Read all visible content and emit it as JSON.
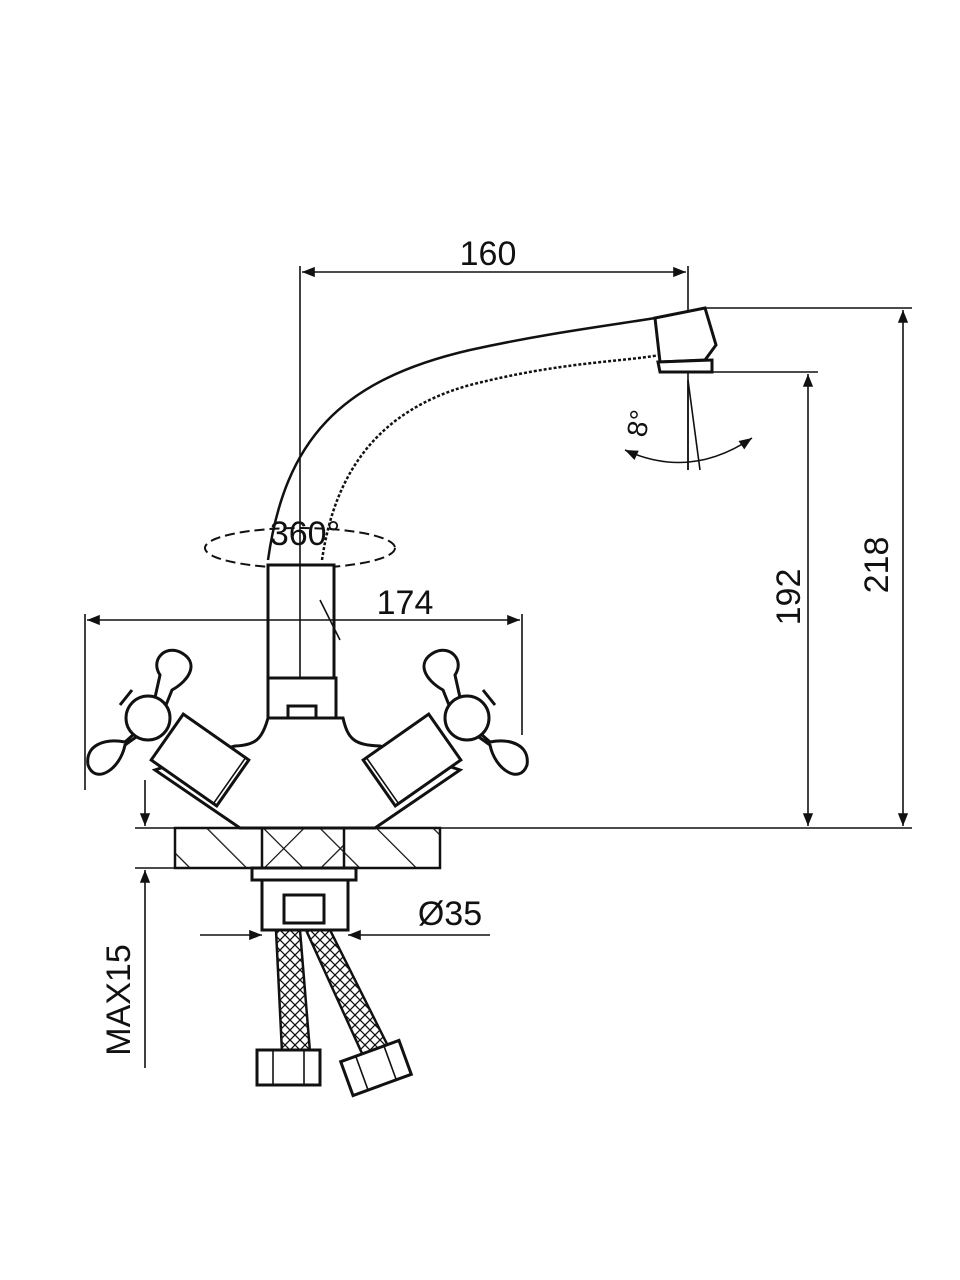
{
  "drawing": {
    "dimensions": {
      "spout_reach": "160",
      "handle_span": "174",
      "outlet_height": "192",
      "total_height": "218",
      "rotation": "360°",
      "spout_tilt": "8°",
      "base_diameter": "Ø35",
      "max_counter_thickness": "MAX15"
    },
    "colors": {
      "line": "#111111",
      "background": "#ffffff"
    }
  }
}
